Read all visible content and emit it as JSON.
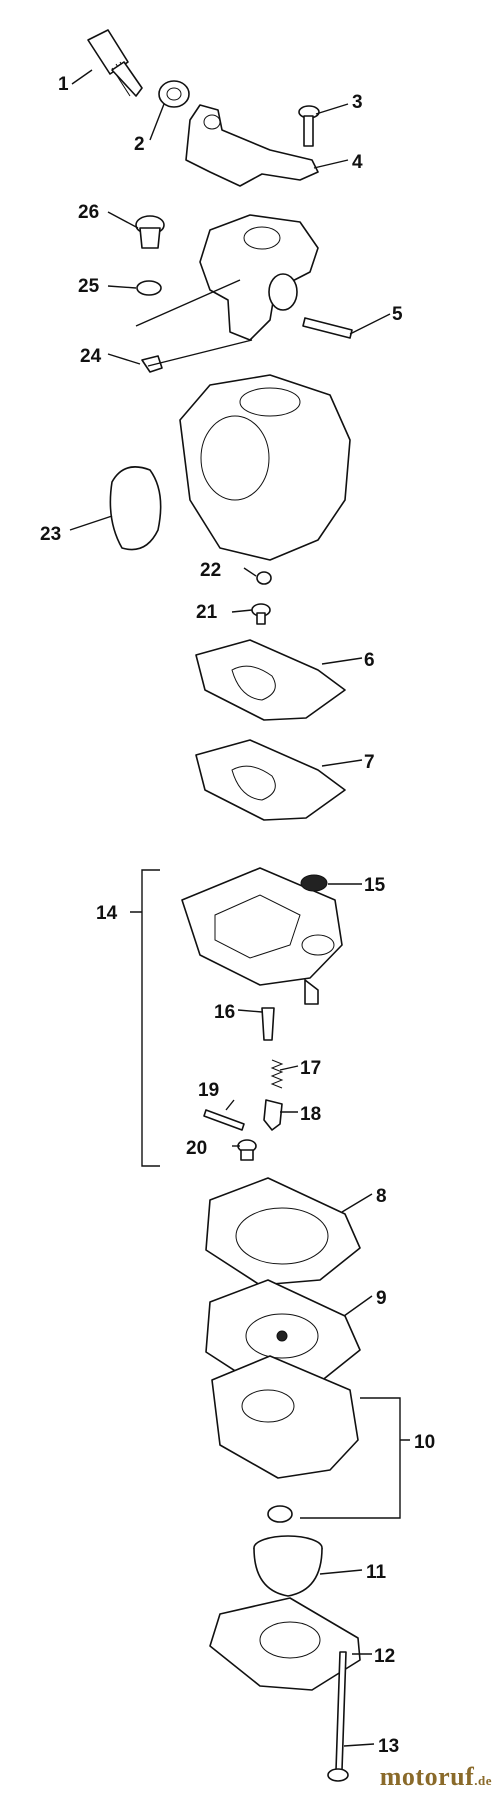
{
  "diagram": {
    "callouts": [
      "1",
      "2",
      "3",
      "4",
      "5",
      "6",
      "7",
      "8",
      "9",
      "10",
      "11",
      "12",
      "13",
      "14",
      "15",
      "16",
      "17",
      "18",
      "19",
      "20",
      "21",
      "22",
      "23",
      "24",
      "25",
      "26"
    ]
  },
  "watermark": {
    "name": "motoruf",
    "tld": ".de",
    "color": "#8a6a2a"
  }
}
